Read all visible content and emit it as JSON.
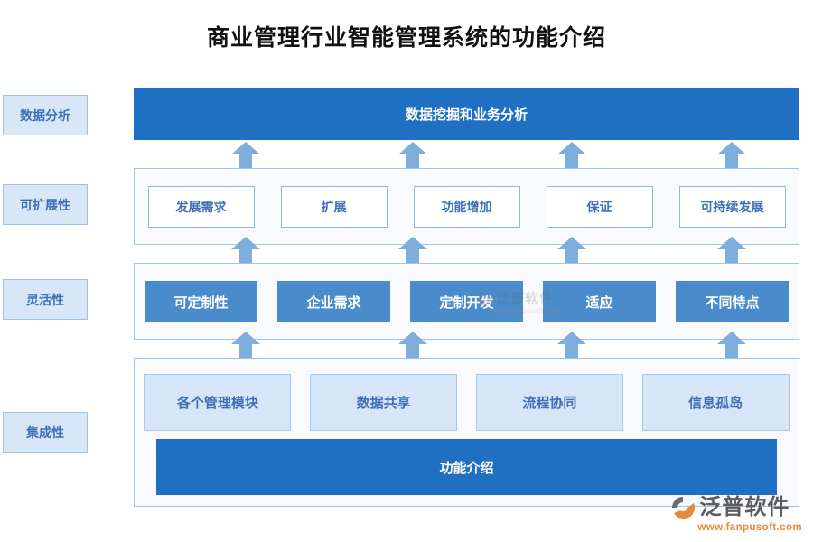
{
  "title": "商业管理行业智能管理系统的功能介绍",
  "sidebar": {
    "items": [
      {
        "label": "数据分析"
      },
      {
        "label": "可扩展性"
      },
      {
        "label": "灵活性"
      },
      {
        "label": "集成性"
      }
    ]
  },
  "diagram": {
    "top_banner": "数据挖掘和业务分析",
    "rows": [
      {
        "name": "scalability",
        "style": "outline",
        "cells": [
          "发展需求",
          "扩展",
          "功能增加",
          "保证",
          "可持续发展"
        ]
      },
      {
        "name": "flexibility",
        "style": "solid",
        "cells": [
          "可定制性",
          "企业需求",
          "定制开发",
          "适应",
          "不同特点"
        ]
      },
      {
        "name": "integration",
        "style": "pale",
        "cells": [
          "各个管理模块",
          "数据共享",
          "流程协同",
          "信息孤岛"
        ]
      }
    ],
    "bottom_bar": "功能介绍",
    "arrow_count_per_gap": 4,
    "arrow_gaps": 3
  },
  "colors": {
    "banner_blue": "#1F6FC2",
    "cell_solid_blue": "#4A8CCB",
    "cell_pale_blue": "#D6E6F8",
    "tag_blue": "#D7E7F8",
    "border_blue": "#A3C4E4",
    "text_blue": "#3F6FB5",
    "arrow_blue": "#7FAEDC",
    "logo_orange": "#E58A3C"
  },
  "logo": {
    "brand": "泛普软件",
    "url": "www.fanpusoft.com"
  }
}
